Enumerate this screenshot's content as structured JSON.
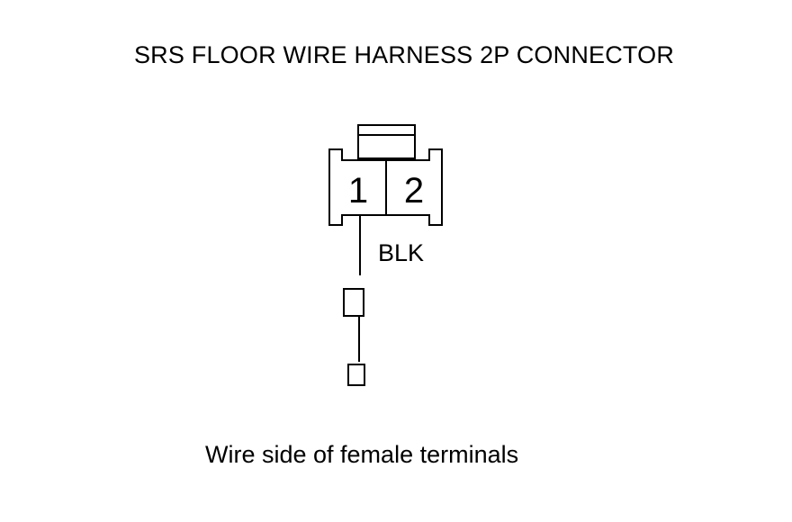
{
  "diagram": {
    "title": "SRS FLOOR WIRE HARNESS 2P CONNECTOR",
    "caption": "Wire side of female terminals",
    "connector": {
      "terminals": [
        {
          "number": "1"
        },
        {
          "number": "2"
        }
      ]
    },
    "wire": {
      "color_label": "BLK"
    }
  }
}
